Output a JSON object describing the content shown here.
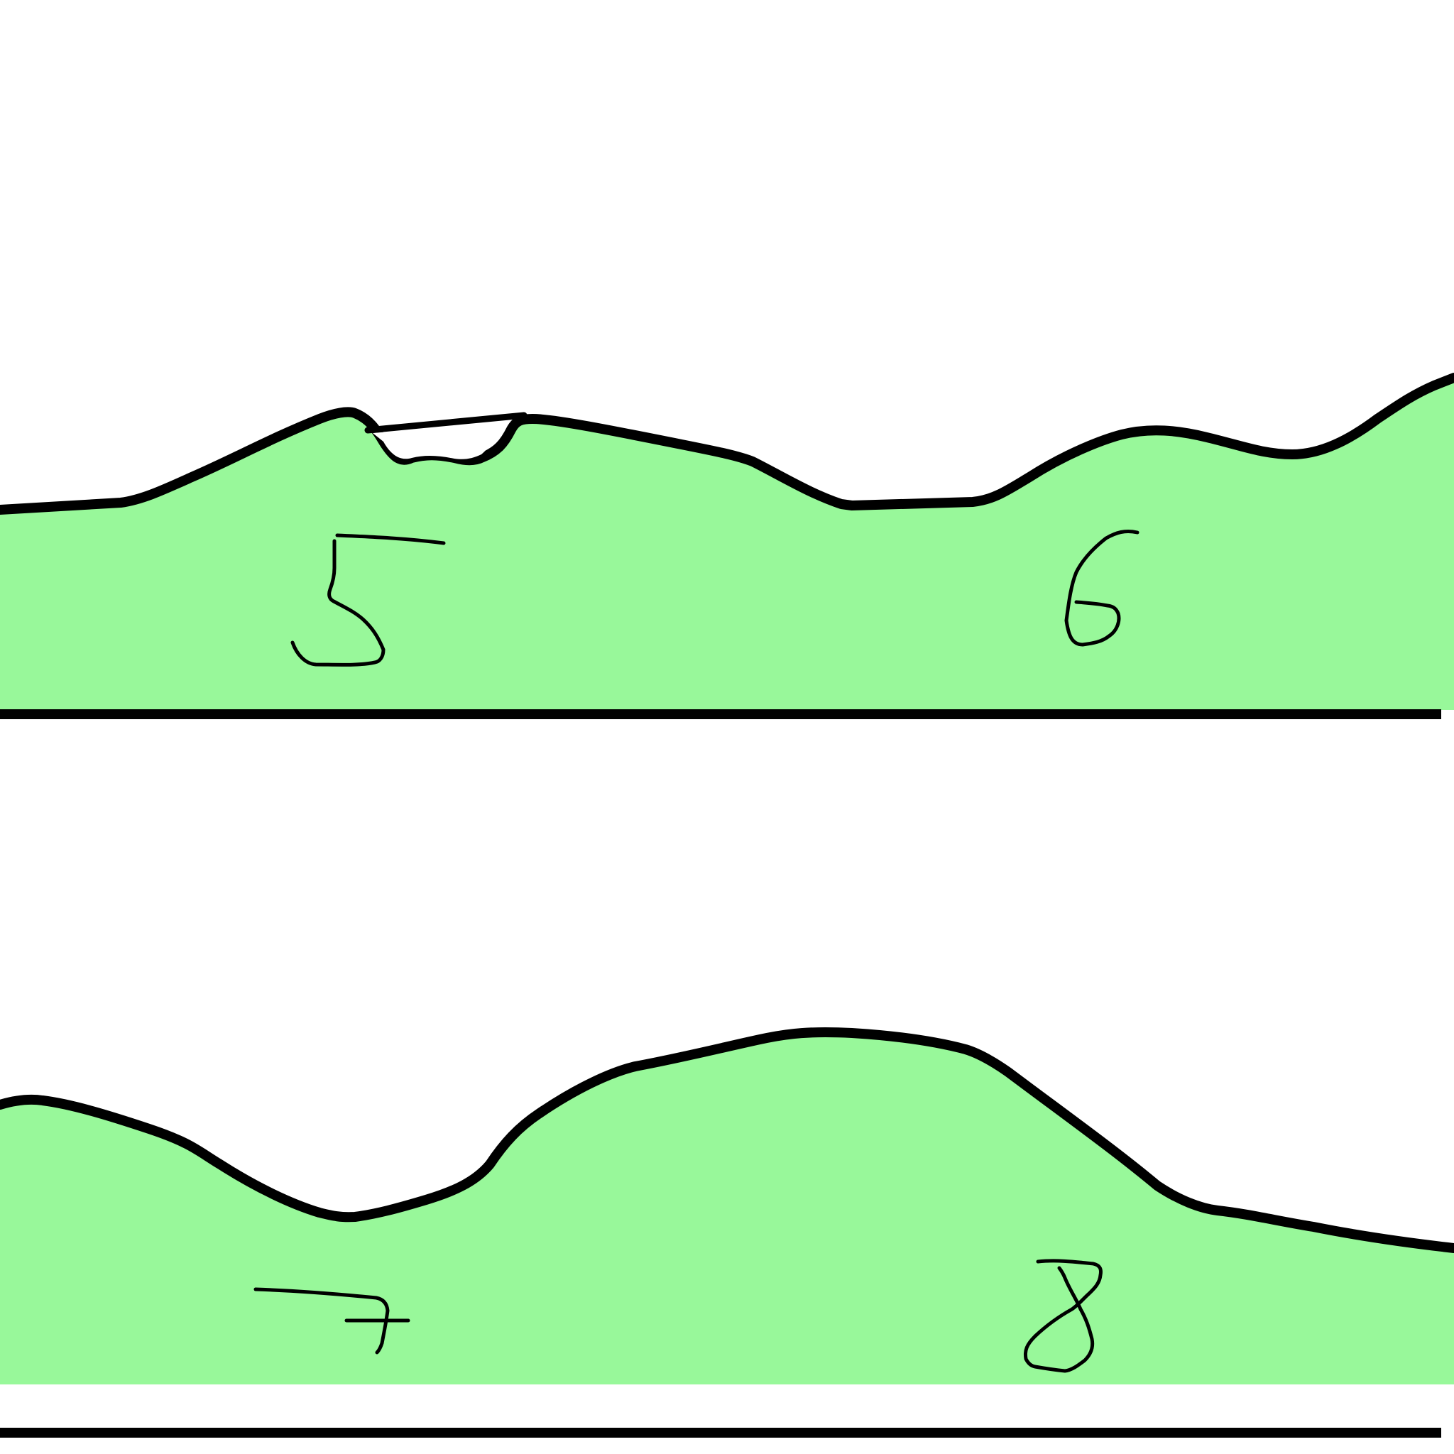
{
  "level_labels": [
    "5",
    "6",
    "7",
    "8"
  ],
  "colors": {
    "background": "#ffffff",
    "terrain": "#98f89a",
    "outline": "#000000"
  }
}
